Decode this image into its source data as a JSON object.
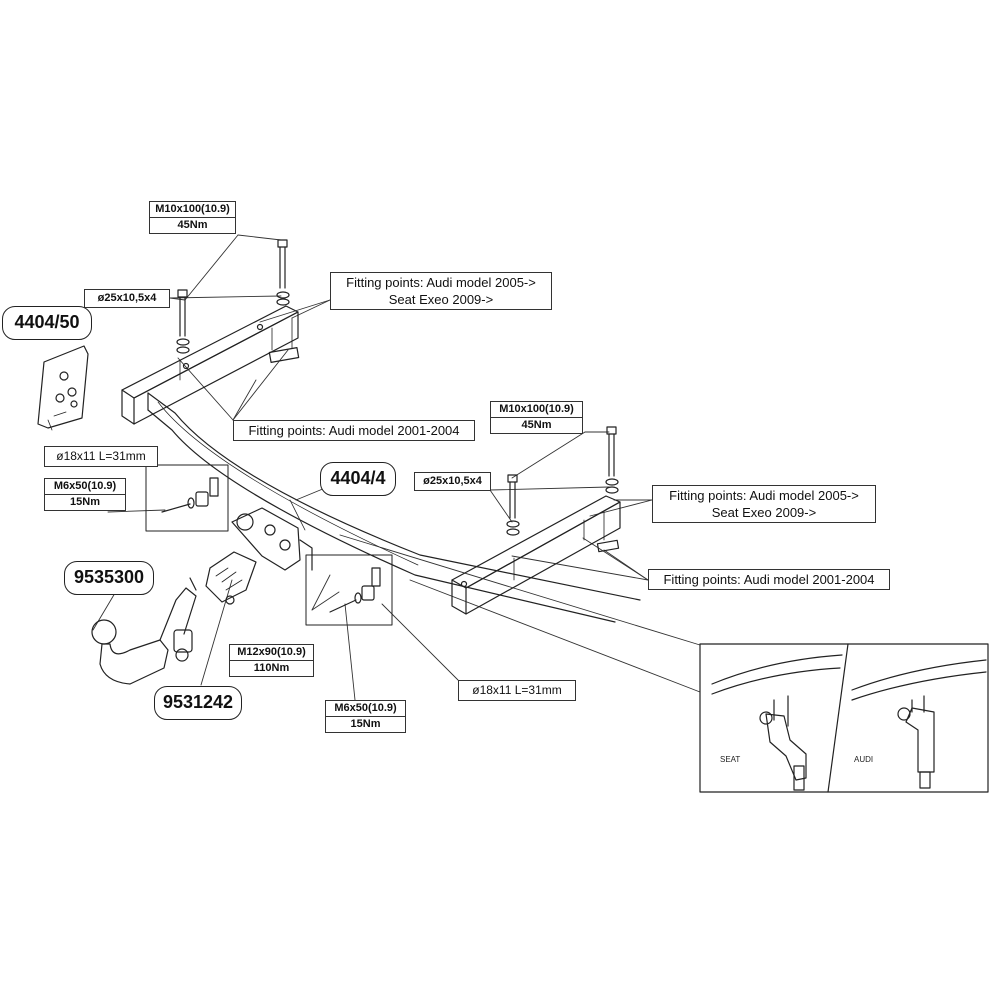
{
  "labels": {
    "top_bolt_spec": {
      "size": "M10x100(10.9)",
      "torque": "45Nm"
    },
    "top_washer": "ø25x10,5x4",
    "top_fit_new": {
      "line1": "Fitting points: Audi model 2005->",
      "line2": "Seat Exeo 2009->"
    },
    "top_fit_old": "Fitting points: Audi model 2001-2004",
    "right_bolt_spec": {
      "size": "M10x100(10.9)",
      "torque": "45Nm"
    },
    "right_washer": "ø25x10,5x4",
    "right_fit_new": {
      "line1": "Fitting points: Audi model 2005->",
      "line2": "Seat Exeo 2009->"
    },
    "right_fit_old": "Fitting points: Audi model 2001-2004",
    "left_spacer": "ø18x11 L=31mm",
    "left_small_bolt": {
      "size": "M6x50(10.9)",
      "torque": "15Nm"
    },
    "center_bolt": {
      "size": "M12x90(10.9)",
      "torque": "110Nm"
    },
    "center_small_bolt": {
      "size": "M6x50(10.9)",
      "torque": "15Nm"
    },
    "center_spacer": "ø18x11 L=31mm"
  },
  "part_numbers": {
    "kit": "4404/50",
    "crossbar": "4404/4",
    "towball": "9535300",
    "socket": "9531242"
  },
  "detail": {
    "left_label": "SEAT",
    "right_label": "AUDI"
  }
}
